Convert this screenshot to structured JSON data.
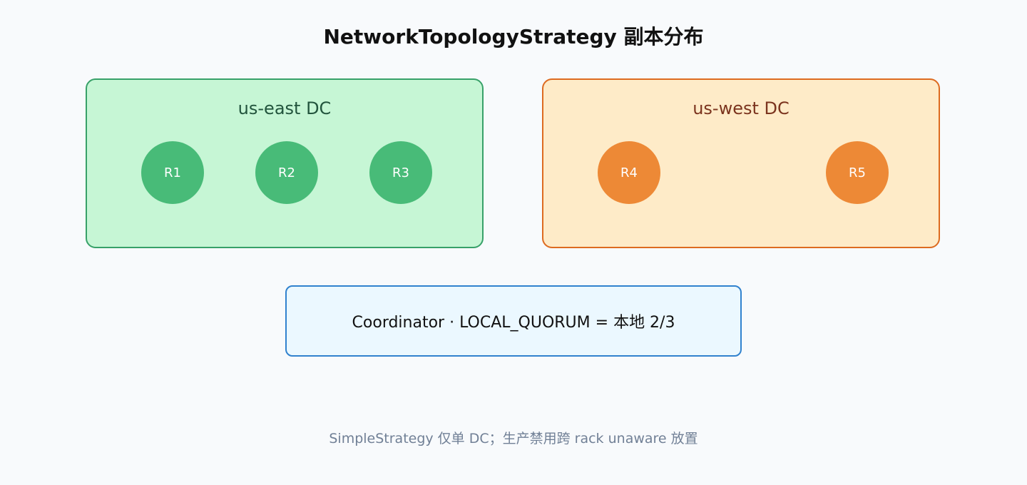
{
  "title": "NetworkTopologyStrategy 副本分布",
  "datacenters": [
    {
      "label": "us-east DC",
      "replicas": [
        "R1",
        "R2",
        "R3"
      ],
      "fill": "#c6f6d5",
      "border": "#38a169",
      "node_color": "#48bb78"
    },
    {
      "label": "us-west DC",
      "replicas": [
        "R4",
        "R5"
      ],
      "fill": "#feebc8",
      "border": "#dd6b20",
      "node_color": "#ed8936"
    }
  ],
  "coordinator": {
    "text": "Coordinator · LOCAL_QUORUM = 本地 2/3",
    "fill": "#ebf8ff",
    "border": "#3182ce"
  },
  "footnote": "SimpleStrategy 仅单 DC；生产禁用跨 rack unaware 放置"
}
